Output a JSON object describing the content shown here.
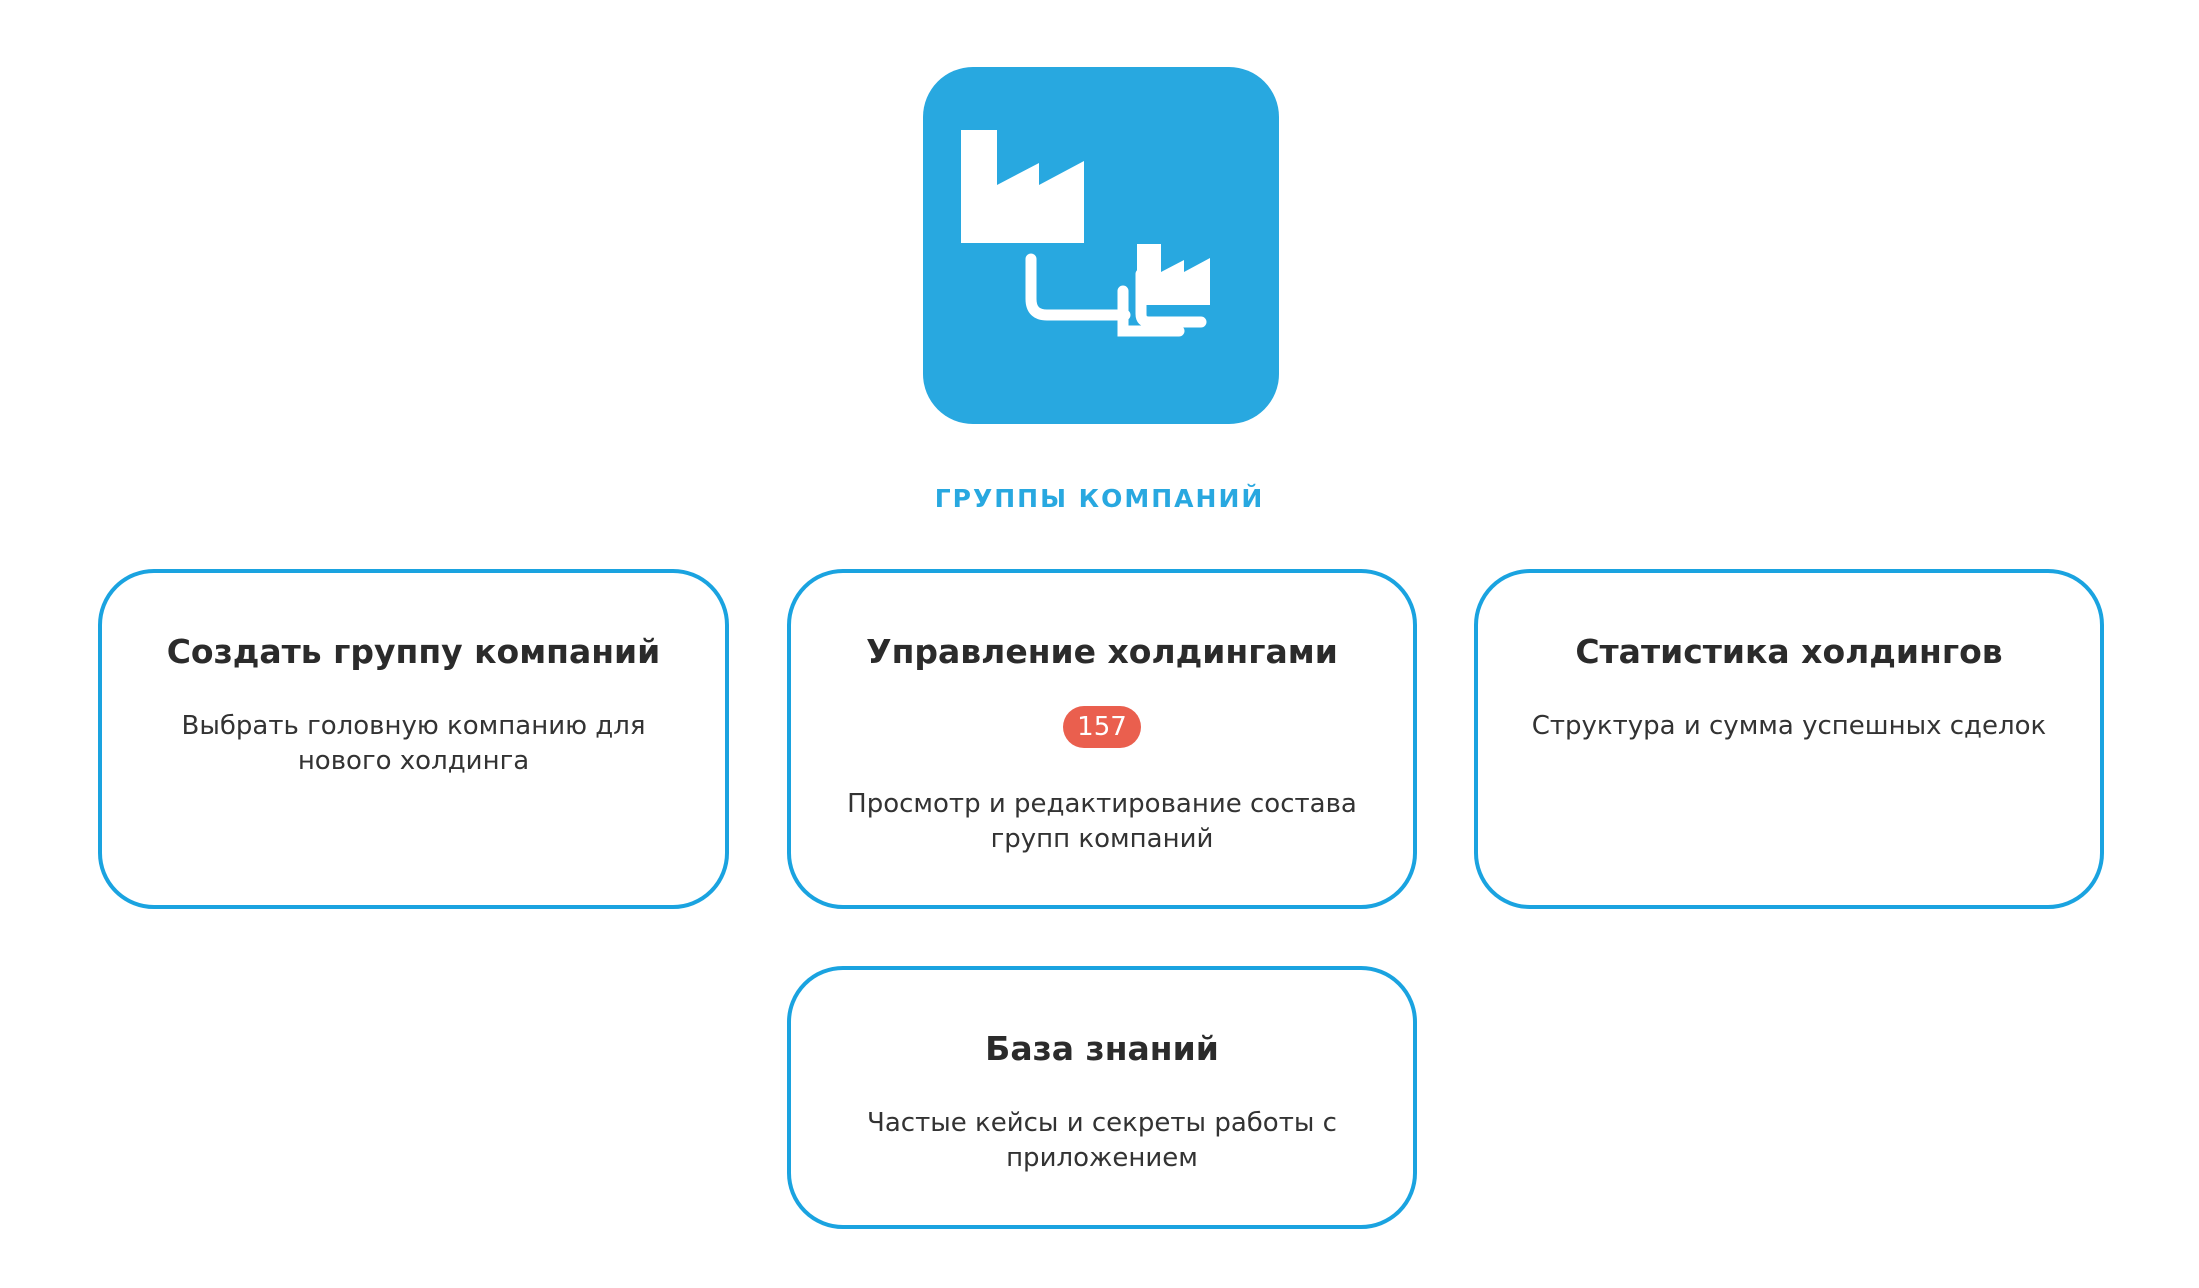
{
  "header": {
    "logo_icon": "factory-group-icon",
    "title": "ГРУППЫ КОМПАНИЙ",
    "accent_color": "#28a8e0"
  },
  "cards": [
    {
      "title": "Создать группу компаний",
      "description": "Выбрать головную компанию для нового холдинга"
    },
    {
      "title": "Управление холдингами",
      "badge": "157",
      "description": "Просмотр и редактирование состава групп компаний"
    },
    {
      "title": "Статистика холдингов",
      "description": "Структура и сумма успешных сделок"
    },
    {
      "title": "База знаний",
      "description": "Частые кейсы и секреты работы с приложением"
    }
  ],
  "colors": {
    "card_border": "#1aa3e0",
    "badge": "#ea5f4e"
  }
}
